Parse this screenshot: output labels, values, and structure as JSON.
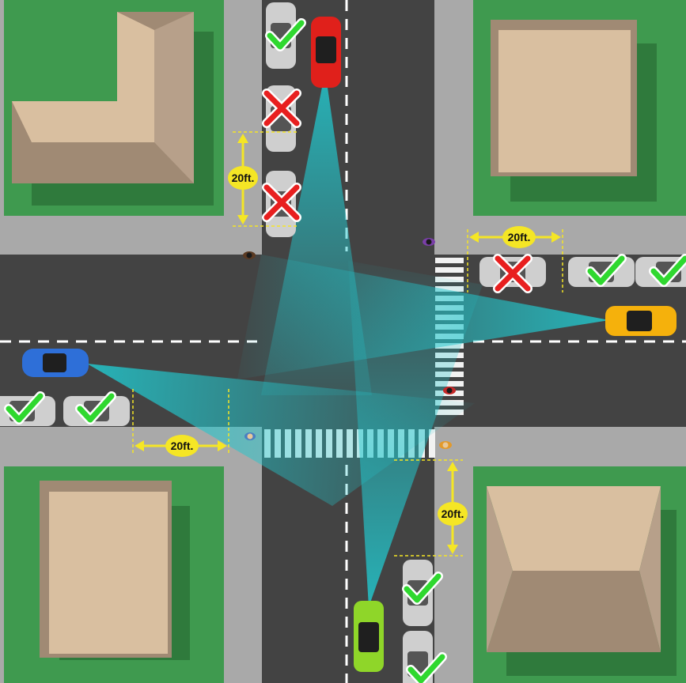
{
  "diagram": {
    "colors": {
      "grass": "#3f9a4f",
      "grass_shadow": "#2f7a3c",
      "sidewalk": "#a9a9a9",
      "road": "#434343",
      "lane_marking": "#ffffff",
      "crosswalk": "#f2f2f2",
      "roof_light": "#d9bfa0",
      "roof_dark": "#a08a74",
      "roof_edge": "#b7a08a",
      "parked_car": "#cfcfcf",
      "sightline": "#22c6cc",
      "dimension": "#f5e625",
      "ok_mark": "#2fd82f",
      "no_mark": "#e81f1f"
    },
    "moving_cars": [
      {
        "id": "north-car",
        "color": "#e0201b"
      },
      {
        "id": "east-car",
        "color": "#f5b10c"
      },
      {
        "id": "west-car",
        "color": "#2e6fd8"
      },
      {
        "id": "south-car",
        "color": "#8fd629"
      }
    ],
    "parking_marks": {
      "north_side": [
        "ok",
        "no",
        "no"
      ],
      "east_side": [
        "no",
        "ok",
        "ok"
      ],
      "west_side": [
        "ok",
        "ok"
      ],
      "south_side": [
        "ok",
        "ok"
      ]
    },
    "dimension_labels": {
      "north": "20ft.",
      "east": "20ft.",
      "west": "20ft.",
      "south": "20ft."
    }
  }
}
